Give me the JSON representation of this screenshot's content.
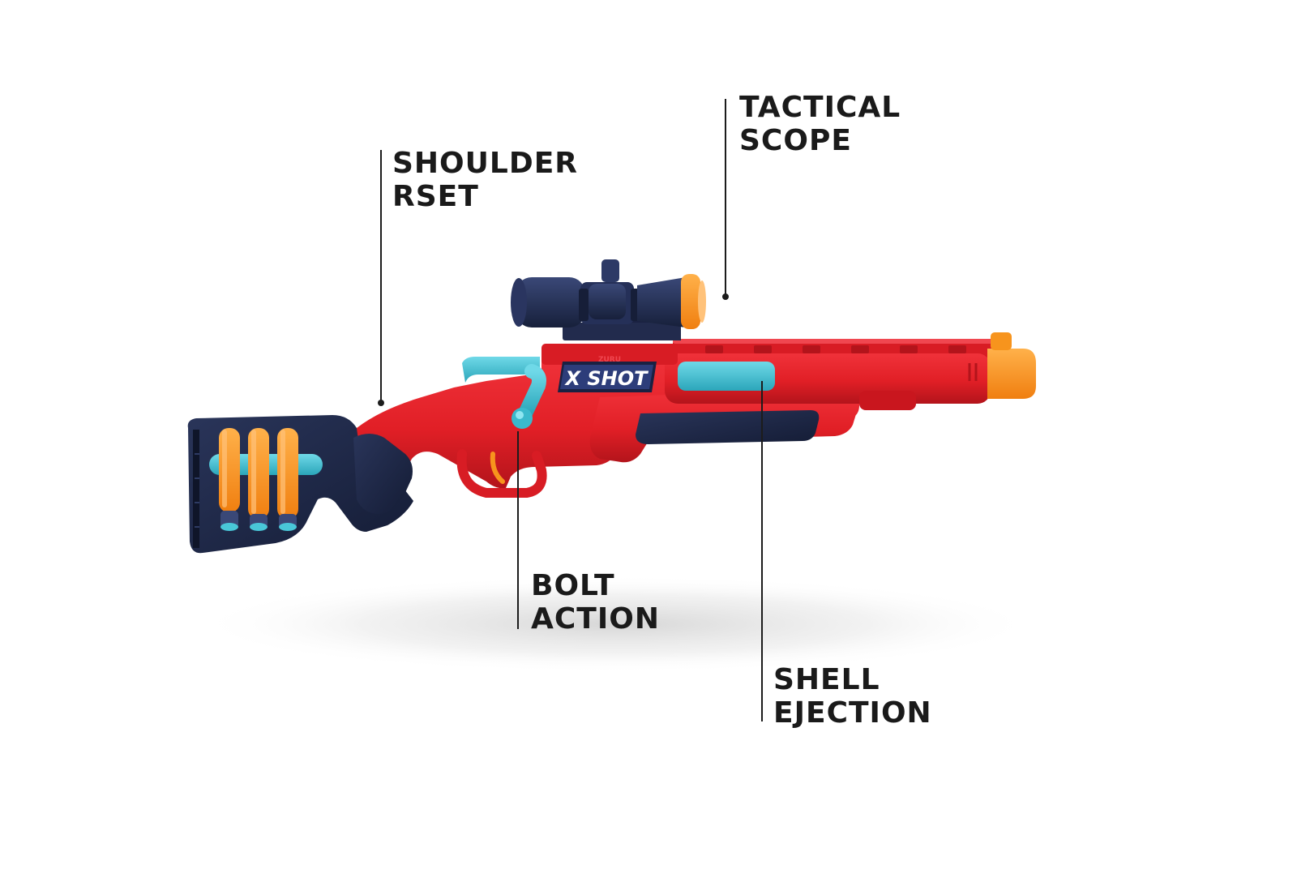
{
  "brand": {
    "maker": "ZURU",
    "logo": "X SHOT"
  },
  "callouts": {
    "shoulder_rest": {
      "line1": "SHOULDER",
      "line2": "RSET"
    },
    "tactical_scope": {
      "line1": "TACTICAL",
      "line2": "SCOPE"
    },
    "bolt_action": {
      "line1": "BOLT",
      "line2": "ACTION"
    },
    "shell_ejection": {
      "line1": "SHELL",
      "line2": "EJECTION"
    }
  },
  "colors": {
    "body_red": "#e11f26",
    "body_red_dark": "#b3141b",
    "stock_navy": "#1d2746",
    "accent_orange": "#f7941d",
    "accent_teal": "#3ab9cc",
    "callout_ink": "#1c1c1c"
  },
  "icons": {
    "blaster": "toy-rifle-blaster",
    "darts": "foam-dart-shells",
    "scope": "rifle-scope-icon"
  }
}
